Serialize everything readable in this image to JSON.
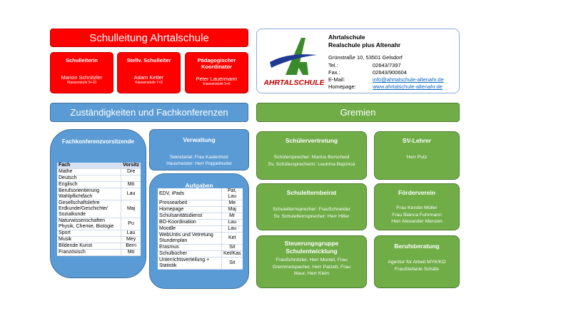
{
  "header": {
    "title": "Schulleitung Ahrtalschule"
  },
  "leitung": [
    {
      "title": "Schulleiterin",
      "name": "Marion Schnitzler",
      "sub": "Klassenstufe 9+10"
    },
    {
      "title": "Stellv. Schulleiter",
      "name": "Adam Ketter",
      "sub": "Klassenstufe 7+8"
    },
    {
      "title": "Pädagogischer Koordinator",
      "name": "Peter Lauermann",
      "sub": "Klassenstufe 5+6"
    }
  ],
  "school": {
    "name1": "Ahrtalschule",
    "name2": "Realschule plus Altenahr",
    "address": "Grünstraße 10, 53501 Gelsdorf",
    "logo_text": "AHRTALSCHULE",
    "contacts": [
      {
        "label": "Tel.:",
        "value": "02643/7397"
      },
      {
        "label": "Fax.:",
        "value": "02643/900604"
      },
      {
        "label": "E-Mail:",
        "value": "info@ahrtalschule-altenahr.de"
      },
      {
        "label": "Homepage:",
        "value": "www.ahrtalschule-altenahr.de"
      }
    ]
  },
  "sections": {
    "left": "Zuständigkeiten und Fachkonferenzen",
    "right": "Gremien"
  },
  "fachkonferenz": {
    "title": "Fachkonferenzvorsitzende",
    "col_fach": "Fach",
    "col_vorsitz": "Vorsitz",
    "rows": [
      {
        "fach": "Mathe",
        "vorsitz": "Dre"
      },
      {
        "fach": "Deutsch",
        "vorsitz": ""
      },
      {
        "fach": "Englisch",
        "vorsitz": "Mö"
      },
      {
        "fach": "Berufsorientierung Wahlpflichtfach",
        "vorsitz": "Lau"
      },
      {
        "fach": "Gesellschaftslehre Erdkunde/Geschichte/ Sozialkunde",
        "vorsitz": "Maj"
      },
      {
        "fach": "Naturwissenschaften Physik, Chemie, Biologie",
        "vorsitz": "Pu"
      },
      {
        "fach": "Sport",
        "vorsitz": "Lau"
      },
      {
        "fach": "Musik",
        "vorsitz": "Mey"
      },
      {
        "fach": "Bildende Kunst",
        "vorsitz": "Bern"
      },
      {
        "fach": "Französisch",
        "vorsitz": "Mö"
      }
    ]
  },
  "verwaltung": {
    "title": "Verwaltung",
    "lines": [
      "Sekretariat: Frau Kastenholz",
      "Hausmeister: Herr Poppelreuter"
    ]
  },
  "aufgaben": {
    "title": "Aufgaben",
    "rows": [
      {
        "task": "EDV, iPads",
        "who": "Pat, Lau"
      },
      {
        "task": "Pressearbeit",
        "who": "Me"
      },
      {
        "task": "Homepage",
        "who": "Maj"
      },
      {
        "task": "Schulsanitätsdienst",
        "who": "Mr"
      },
      {
        "task": "BO-Koordination",
        "who": "Lau"
      },
      {
        "task": "Moodle",
        "who": "Lau"
      },
      {
        "task": "WebUntis und Vetretung Stundenplan",
        "who": "Ket"
      },
      {
        "task": "Erasmus",
        "who": "Sit"
      },
      {
        "task": "Schulbücher",
        "who": "Ket/Kas"
      },
      {
        "task": "Unterrichtsverteilung + Statistik",
        "who": "Sit"
      }
    ]
  },
  "gremien": {
    "sv": {
      "title": "Schülervertretung",
      "lines": [
        "Schülersprecher: Marius Borscheid",
        "Sv. Schülersprecherin: Leutrina Bajcinca"
      ]
    },
    "svlehrer": {
      "title": "SV-Lehrer",
      "lines": [
        "Herr Putz"
      ]
    },
    "seb": {
      "title": "Schulelternbeirat",
      "lines": [
        "Schulelternsprecher: FrauSchneider",
        "Sv. Schulelternsprecher: Herr Hiller"
      ]
    },
    "foerder": {
      "title": "Förderverein",
      "lines": [
        "Frau Kerstin Müller",
        "Frau Bianca Fuhrmann",
        "Herr Alexander Menzen"
      ]
    },
    "steuer": {
      "title": "Steuerungsgruppe Schulentwicklung",
      "lines": [
        "FrauSchnitzler, Herr Montel, Frau",
        "Gremmelspacher, Herr Patzelt, Frau",
        "Maur, Herr Klein"
      ]
    },
    "beruf": {
      "title": "Berufsberatung",
      "lines": [
        "Agentur für Arbeit MYK/KO",
        "FrauStefanie Schäfe"
      ]
    }
  },
  "colors": {
    "red": "#ff0000",
    "blue": "#5b9bd5",
    "green": "#70ad47",
    "logo_green": "#3a8a2a",
    "logo_blue": "#1f3a93"
  }
}
